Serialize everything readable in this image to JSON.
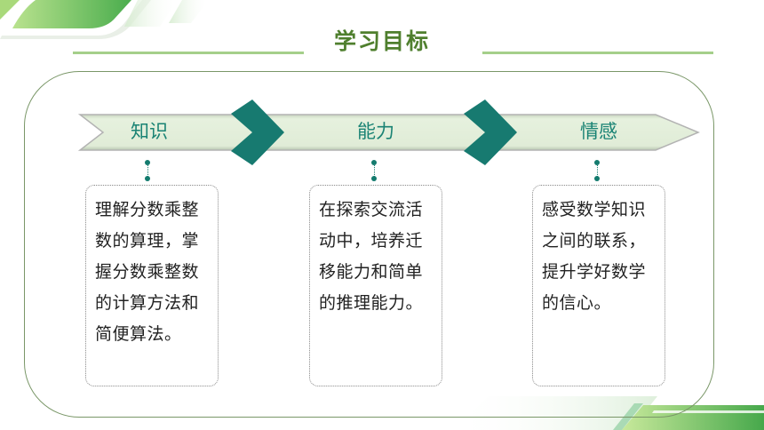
{
  "header": {
    "title": "学习目标"
  },
  "steps": [
    {
      "label": "知识",
      "description": "理解分数乘整数的算理，掌握分数乘整数的计算方法和简便算法。"
    },
    {
      "label": "能力",
      "description": "在探索交流活动中，培养迁移能力和简单的推理能力。"
    },
    {
      "label": "情感",
      "description": "感受数学知识之间的联系，提升学好数学的信心。"
    }
  ],
  "colors": {
    "title": "#4f7f2e",
    "title_line": "#a5cf8a",
    "frame_border": "#7a9768",
    "banner_fill": "#e3efdb",
    "chevron": "#177a70",
    "step_label": "#1a8374",
    "deco_green": "#5cb54a"
  }
}
